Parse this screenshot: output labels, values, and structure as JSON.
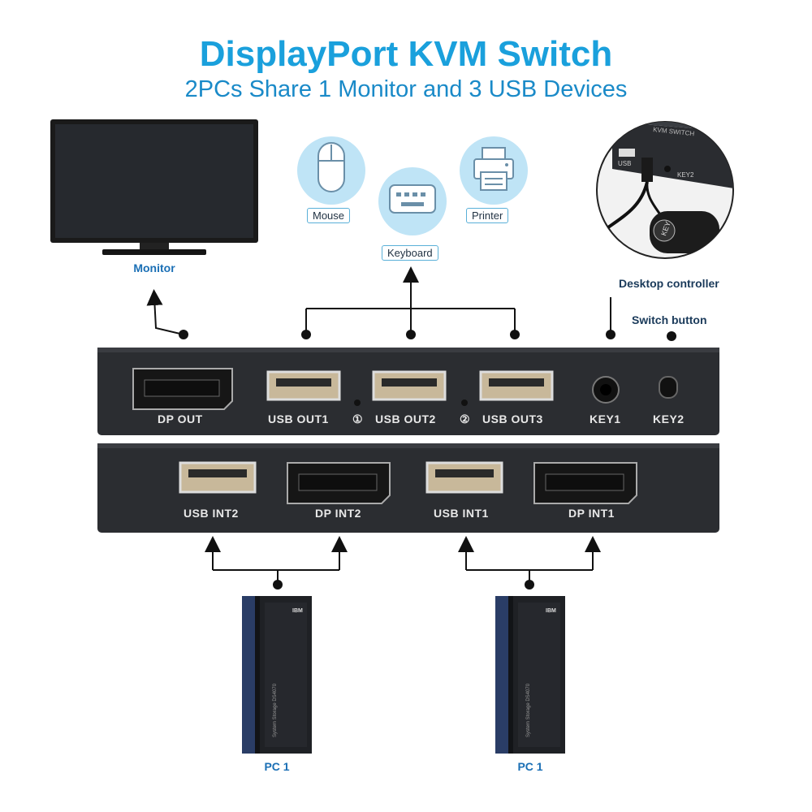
{
  "title": "DisplayPort KVM Switch",
  "subtitle": "2PCs Share 1 Monitor and 3 USB Devices",
  "devices": {
    "monitor": "Monitor",
    "mouse": "Mouse",
    "keyboard": "Keyboard",
    "printer": "Printer",
    "desktop_controller": "Desktop controller",
    "switch_button": "Switch button",
    "pc_left": "PC 1",
    "pc_right": "PC 1"
  },
  "front_panel": {
    "dp_out": "DP OUT",
    "usb_out1": "USB OUT1",
    "usb_out2": "USB OUT2",
    "usb_out3": "USB OUT3",
    "key1": "KEY1",
    "key2": "KEY2",
    "led1": "①",
    "led2": "②"
  },
  "back_panel": {
    "usb_int2": "USB INT2",
    "dp_int2": "DP INT2",
    "usb_int1": "USB INT1",
    "dp_int1": "DP INT1"
  },
  "controller": {
    "key_text": "KEY",
    "device_text": "KVM SWITCH",
    "port_text": "USB",
    "key2_text": "KEY2"
  },
  "pc": {
    "brand": "IBM",
    "model": "System Storage DS4070"
  },
  "colors": {
    "title": "#1aa0dc",
    "subtitle": "#1a8ac8",
    "device_body": "#2b2d31",
    "icon_circle": "#bfe4f6"
  }
}
